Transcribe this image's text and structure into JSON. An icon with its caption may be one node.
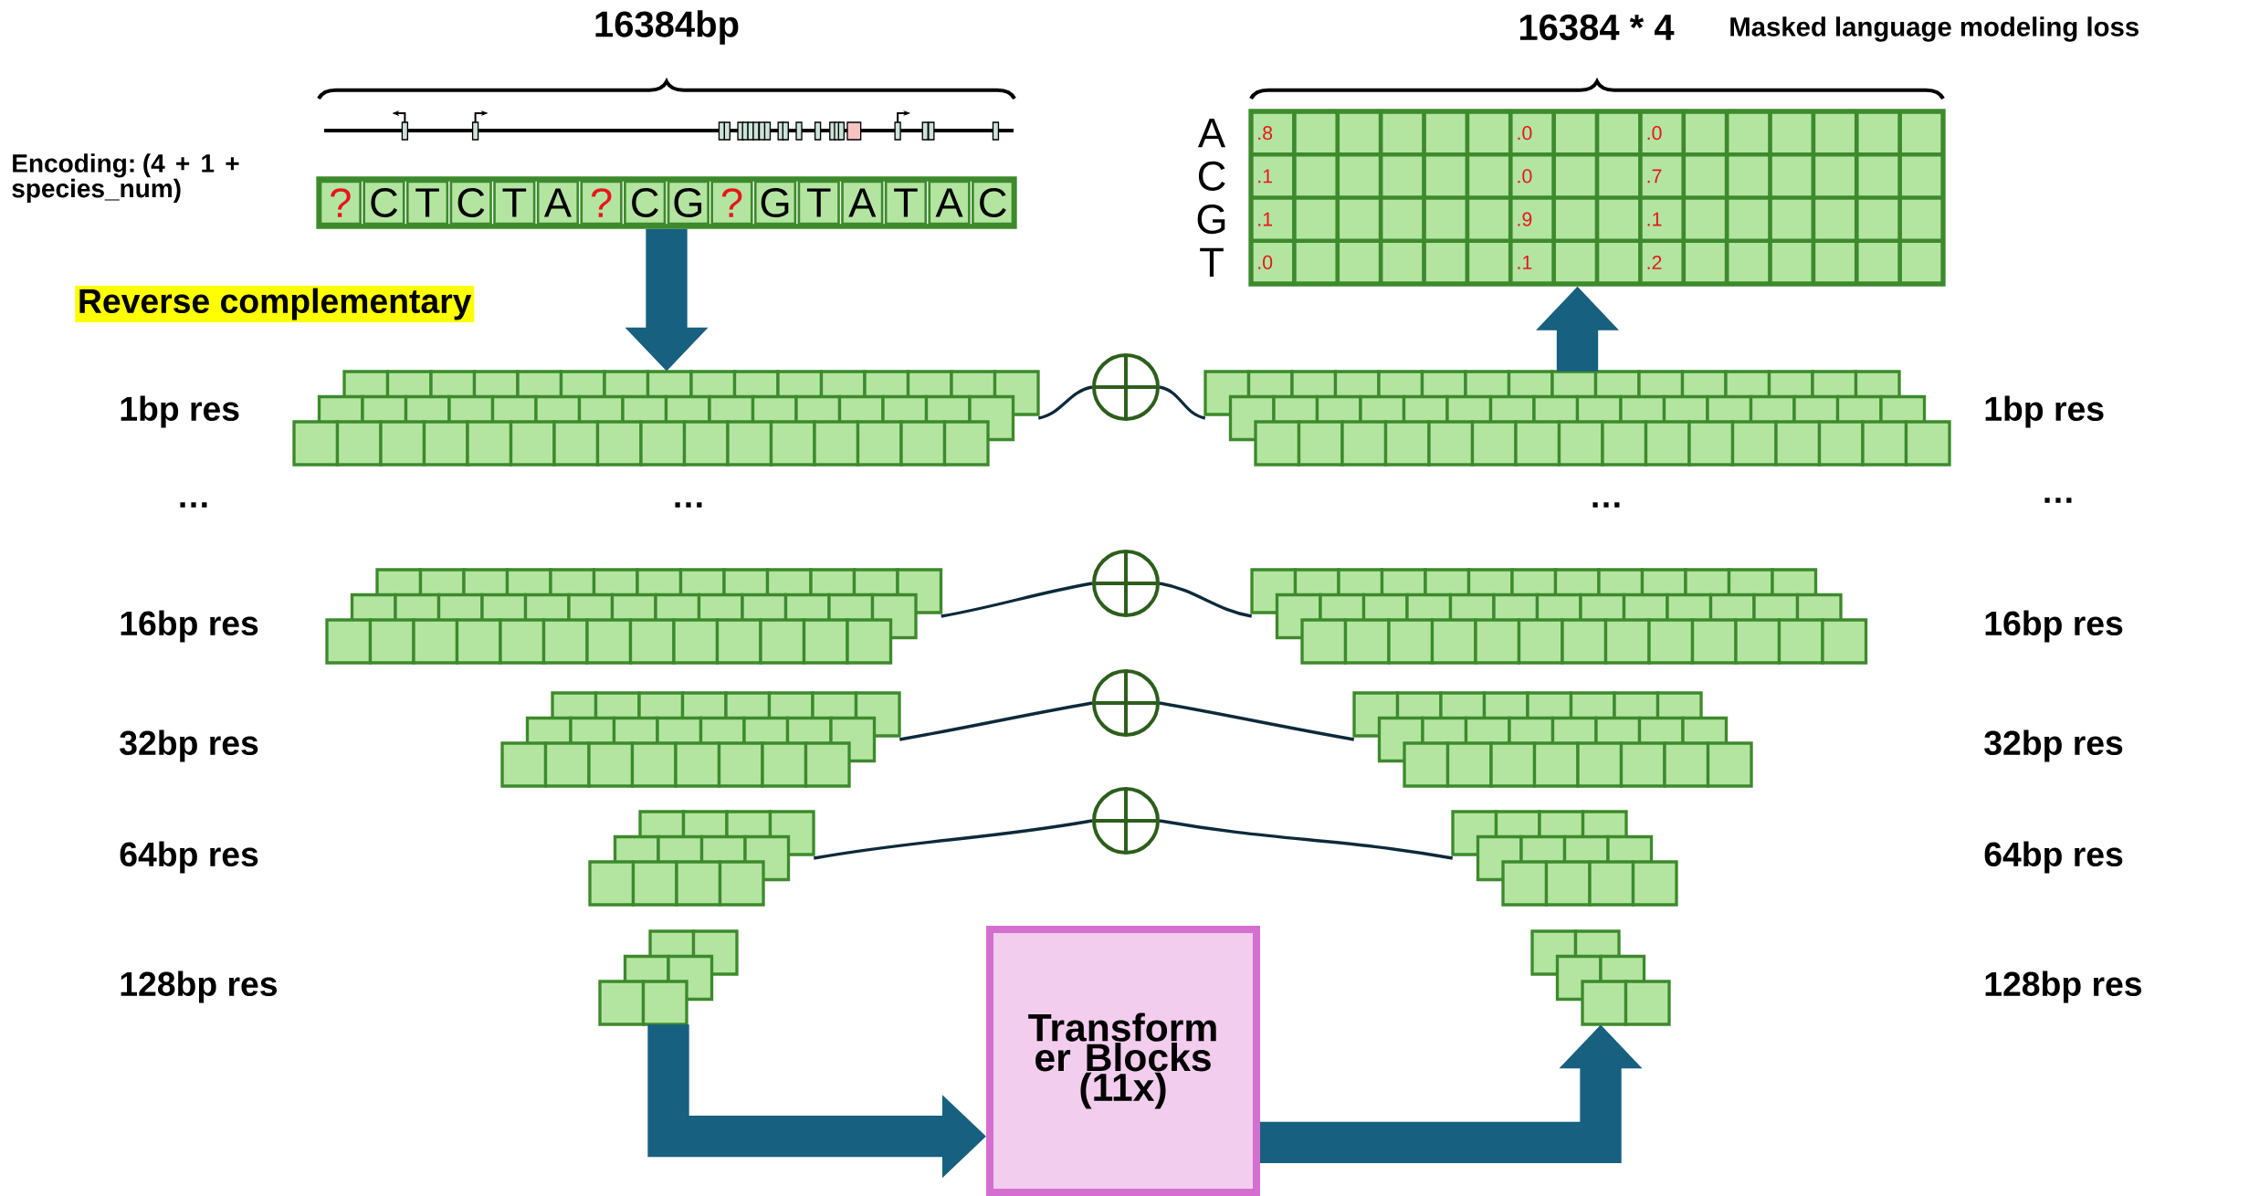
{
  "diagram": {
    "nodes": [
      {
        "text": [
          "?",
          "C",
          "T",
          "C",
          "T",
          "A",
          "?",
          "C",
          "G",
          "?",
          "G",
          "T",
          "A",
          "T",
          "A",
          "C"
        ],
        "beside": [
          "Encoding: (4 + 1 + species_num)"
        ]
      },
      {
        "text": [
          ".8",
          ".0",
          ".0",
          ".1",
          ".0",
          ".7",
          ".1",
          ".9",
          ".1",
          ".0",
          ".1",
          ".2"
        ],
        "beside": [
          "A",
          "C",
          "G",
          "T"
        ]
      },
      {
        "text": [],
        "shape": "box"
      },
      {
        "text": [],
        "shape": "box"
      },
      {
        "text": [],
        "shape": "box"
      },
      {
        "text": [],
        "shape": "box"
      },
      {
        "text": [],
        "shape": "box"
      },
      {
        "text": [],
        "shape": "box"
      },
      {
        "text": [],
        "shape": "box"
      },
      {
        "text": [],
        "shape": "box"
      },
      {
        "text": [],
        "shape": "box"
      },
      {
        "text": [],
        "shape": "box"
      },
      {
        "text": [],
        "shape": "circle"
      },
      {
        "text": [],
        "shape": "circle"
      },
      {
        "text": [],
        "shape": "circle"
      },
      {
        "text": [],
        "shape": "circle"
      },
      {
        "text": [
          "Transform er Blocks (11x)"
        ]
      }
    ],
    "edges": [
      {
        "from": 0,
        "to": 2,
        "arrow": "to",
        "style": "thick",
        "color": "#17607f"
      },
      {
        "from": 2,
        "to": 12,
        "arrow": "none"
      },
      {
        "from": 12,
        "to": 7,
        "arrow": "none"
      },
      {
        "from": 3,
        "to": 13,
        "arrow": "none"
      },
      {
        "from": 13,
        "to": 8,
        "arrow": "none"
      },
      {
        "from": 4,
        "to": 14,
        "arrow": "none"
      },
      {
        "from": 14,
        "to": 9,
        "arrow": "none"
      },
      {
        "from": 5,
        "to": 15,
        "arrow": "none"
      },
      {
        "from": 15,
        "to": 10,
        "arrow": "none"
      },
      {
        "from": 6,
        "to": 16,
        "arrow": "to",
        "style": "thick",
        "color": "#17607f"
      },
      {
        "from": 16,
        "to": 11,
        "arrow": "to",
        "style": "thick",
        "color": "#17607f"
      },
      {
        "from": 7,
        "to": 1,
        "arrow": "to",
        "style": "thick",
        "color": "#17607f"
      }
    ],
    "labels": [
      "16384bp",
      "16384 * 4",
      "Masked language modeling loss",
      "Reverse complementary",
      "1bp res",
      "1bp res",
      "…",
      "…",
      "…",
      "…",
      "16bp res",
      "16bp res",
      "32bp res",
      "32bp res",
      "64bp res",
      "64bp res",
      "128bp res",
      "128bp res"
    ]
  }
}
